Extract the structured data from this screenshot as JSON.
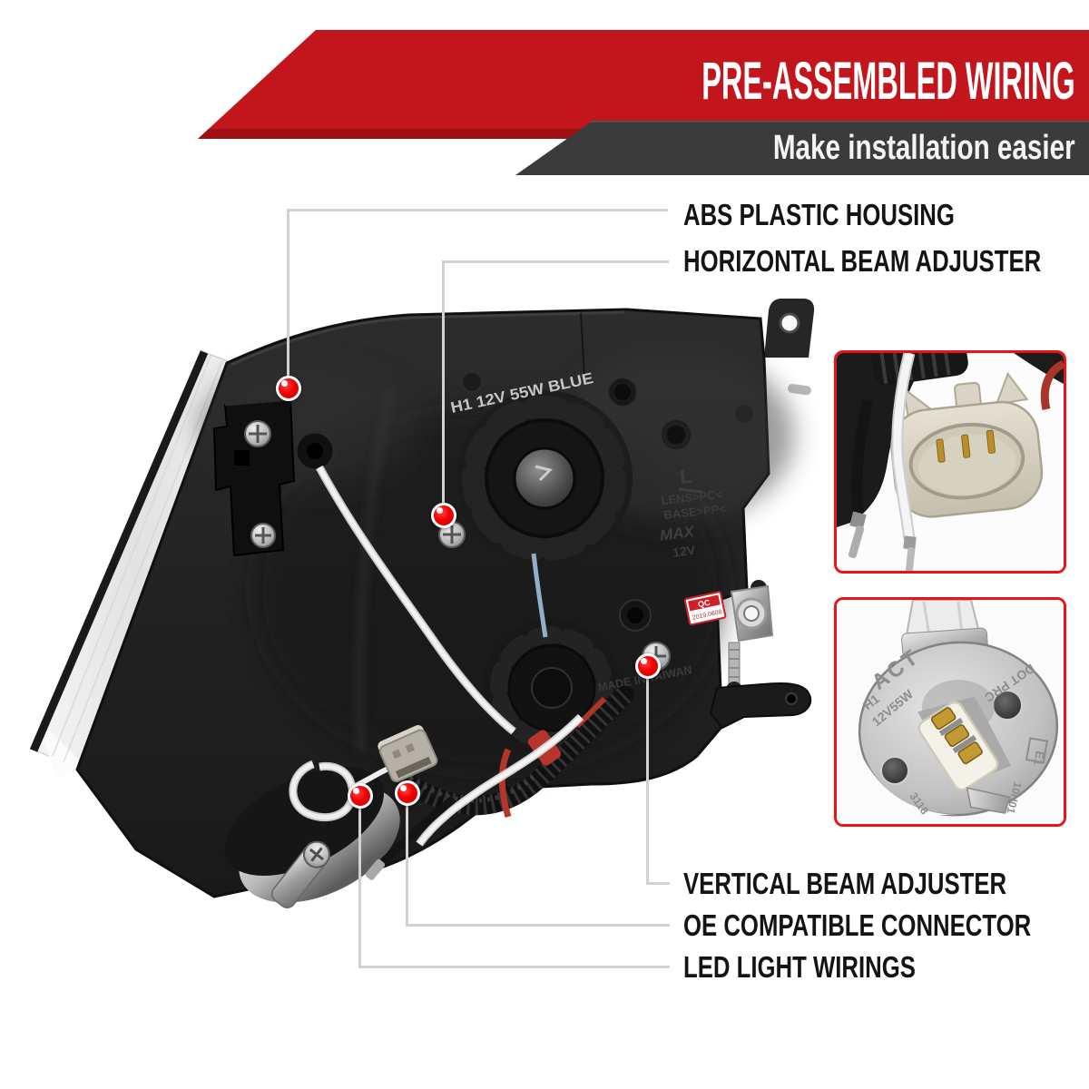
{
  "banner": {
    "title": "PRE-ASSEMBLED WIRING",
    "subtitle": "Make installation easier"
  },
  "callouts": [
    {
      "id": "abs-plastic-housing",
      "label": "ABS PLASTIC HOUSING"
    },
    {
      "id": "horizontal-beam-adjuster",
      "label": "HORIZONTAL BEAM ADJUSTER"
    },
    {
      "id": "vertical-beam-adjuster",
      "label": "VERTICAL BEAM ADJUSTER"
    },
    {
      "id": "oe-compatible-connector",
      "label": "OE COMPATIBLE CONNECTOR"
    },
    {
      "id": "led-light-wirings",
      "label": "LED LIGHT WIRINGS"
    }
  ],
  "headlight": {
    "bulb_print": "H1 12V 55W BLUE",
    "molded_l": "L",
    "molded_lens": "LENS>PC<",
    "molded_base": "BASE>PP<",
    "molded_brand": "MAX",
    "molded_voltage": "12V",
    "molded_origin": "MADE IN TAIWAN",
    "qc_line1": "QC",
    "qc_line2": "2019.0608"
  },
  "insets": {
    "connector": {
      "name": "oe-connector-photo"
    },
    "bulb": {
      "name": "h1-bulb-base-photo",
      "markings": {
        "brand": "ACT",
        "type": "H1",
        "wattage": "12V55W",
        "cert": "DOT PRC",
        "e_mark": "E1",
        "code_a": "10H01",
        "code_b": "3118"
      }
    }
  },
  "colors": {
    "banner_red": "#c3161c",
    "banner_red_shadow": "#9e1014",
    "banner_gray": "#3b3b3b",
    "callout_line": "#d2d2d2",
    "dot_red": "#ee0202",
    "inset_border": "#ee1313",
    "label_text": "#141414"
  }
}
